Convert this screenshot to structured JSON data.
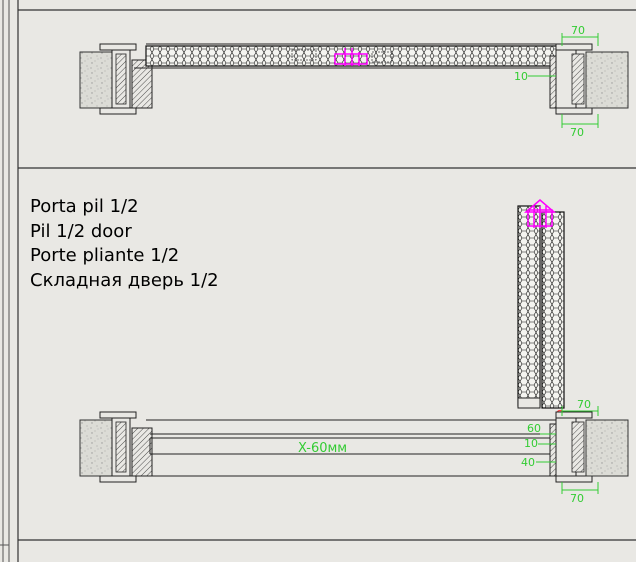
{
  "caption": {
    "lines": [
      "Porta pil 1/2",
      "Pil 1/2 door",
      "Porte pliante 1/2",
      "Складная дверь 1/2"
    ]
  },
  "top_detail": {
    "dim_top": "70",
    "dim_gap": "10",
    "dim_bottom": "70"
  },
  "bottom_detail": {
    "opening_label": "X-60мм",
    "dim_top": "70",
    "dim_60": "60",
    "dim_10": "10",
    "dim_40": "40",
    "dim_bottom": "70"
  },
  "colors": {
    "background": "#e9e8e4",
    "frame_line": "#555555",
    "drawing_line": "#222222",
    "dimension": "#33cc33",
    "hinge": "#ff00ff",
    "seal": "#ff4444",
    "wall_fill": "#dcdcd6"
  }
}
